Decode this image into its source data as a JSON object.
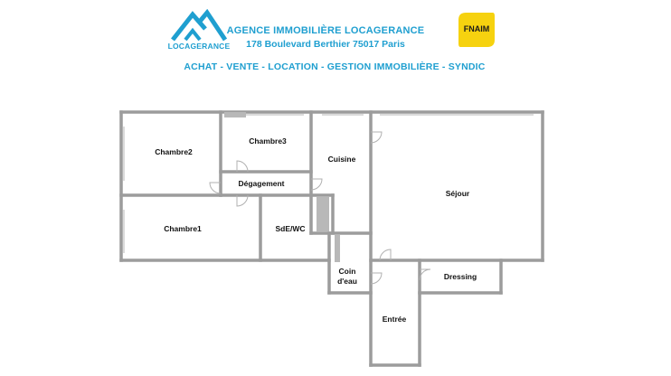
{
  "header": {
    "logo_text": "LOCAGERANCE",
    "agency_name": "AGENCE IMMOBILIÈRE LOCAGERANCE",
    "agency_address": "178 Boulevard Berthier 75017 Paris",
    "services": "ACHAT - VENTE - LOCATION - GESTION IMMOBILIÈRE - SYNDIC",
    "fnaim_logo_text": "FNAIM"
  },
  "rooms": {
    "chambre2": "Chambre2",
    "chambre3": "Chambre3",
    "cuisine": "Cuisine",
    "sejour": "Séjour",
    "degagement": "Dégagement",
    "chambre1": "Chambre1",
    "sde_wc": "SdE/WC",
    "coin_deau_line1": "Coin",
    "coin_deau_line2": "d'eau",
    "dressing": "Dressing",
    "entree": "Entrée"
  },
  "colors": {
    "brand_blue": "#1f9fd0",
    "fnaim_yellow": "#f6d20f",
    "wall_gray": "#9c9c9c",
    "door_gray": "#b0b0b0"
  }
}
